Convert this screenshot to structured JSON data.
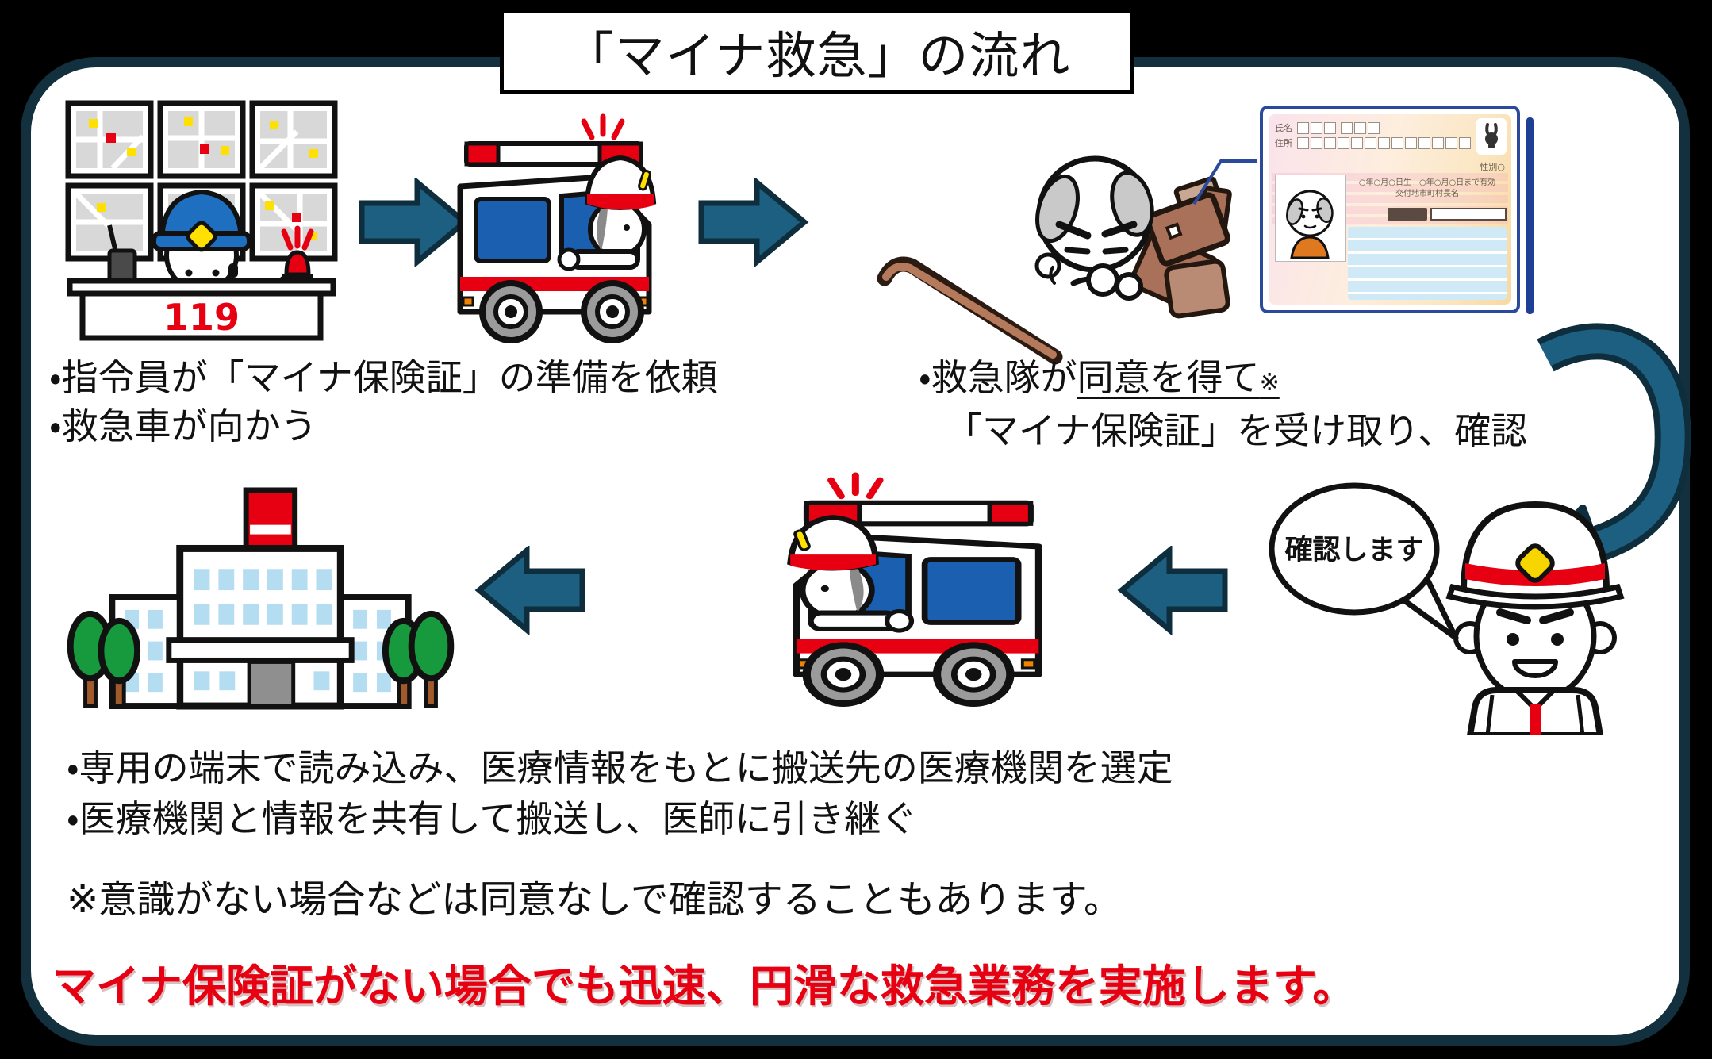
{
  "title": "「マイナ救急」の流れ",
  "dispatch": {
    "phone_number": "119"
  },
  "steps": {
    "step1_line1": "・指令員が「マイナ保険証」の準備を依頼",
    "step1_line2": "・救急車が向かう",
    "step2_line1_prefix": "・救急隊が",
    "step2_line1_underline": "同意を得て",
    "step2_line1_mark": "※",
    "step2_line2": "「マイナ保険証」を受け取り、確認",
    "step3_line1": "・専用の端末で読み込み、医療情報をもとに搬送先の医療機関を選定",
    "step3_line2": "・医療機関と情報を共有して搬送し、医師に引き継ぐ"
  },
  "speech_bubble": "確認します",
  "note": "※意識がない場合などは同意なしで確認することもあります。",
  "bottom_message": "マイナ保険証がない場合でも迅速、円滑な救急業務を実施します。",
  "card": {
    "name_label": "氏名",
    "address_label": "住所",
    "gender_label": "性別○",
    "birth_validity": "○年○月○日生　○年○月○日まで有効",
    "issuer_label": "交付地市町村長名"
  },
  "colors": {
    "arrow_fill": "#1D5F80",
    "arrow_outline": "#0E2D3D",
    "accent_red": "#E60012",
    "window_blue": "#1A5FB0",
    "frame_navy": "#12303E",
    "tree_green": "#17993D",
    "card_border_blue": "#2B4A9B"
  }
}
